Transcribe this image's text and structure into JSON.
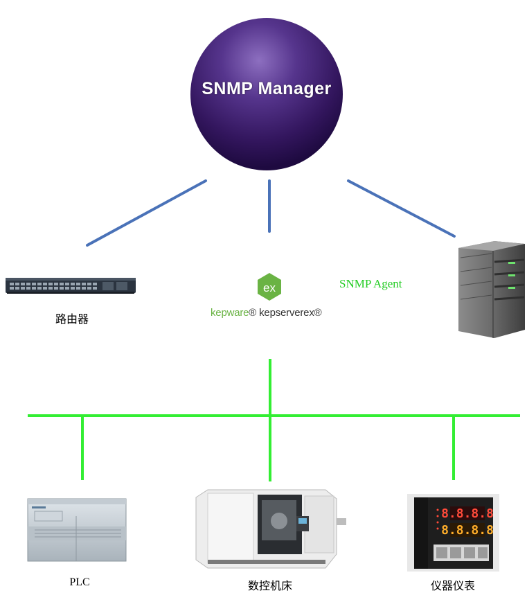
{
  "manager": {
    "label": "SNMP Manager"
  },
  "agent": {
    "label": "SNMP Agent"
  },
  "kepware": {
    "logo_letters": "ex",
    "brand": "kepware",
    "product": "kepserverex"
  },
  "devices": {
    "router": "路由器",
    "plc": "PLC",
    "cnc": "数控机床",
    "instrument": "仪器仪表"
  },
  "colors": {
    "manager_sphere": "#3a1a66",
    "manager_links": "#4a72b8",
    "bus": "#33ee33",
    "agent_text": "#22cc22",
    "kepware_green": "#6ab344"
  }
}
